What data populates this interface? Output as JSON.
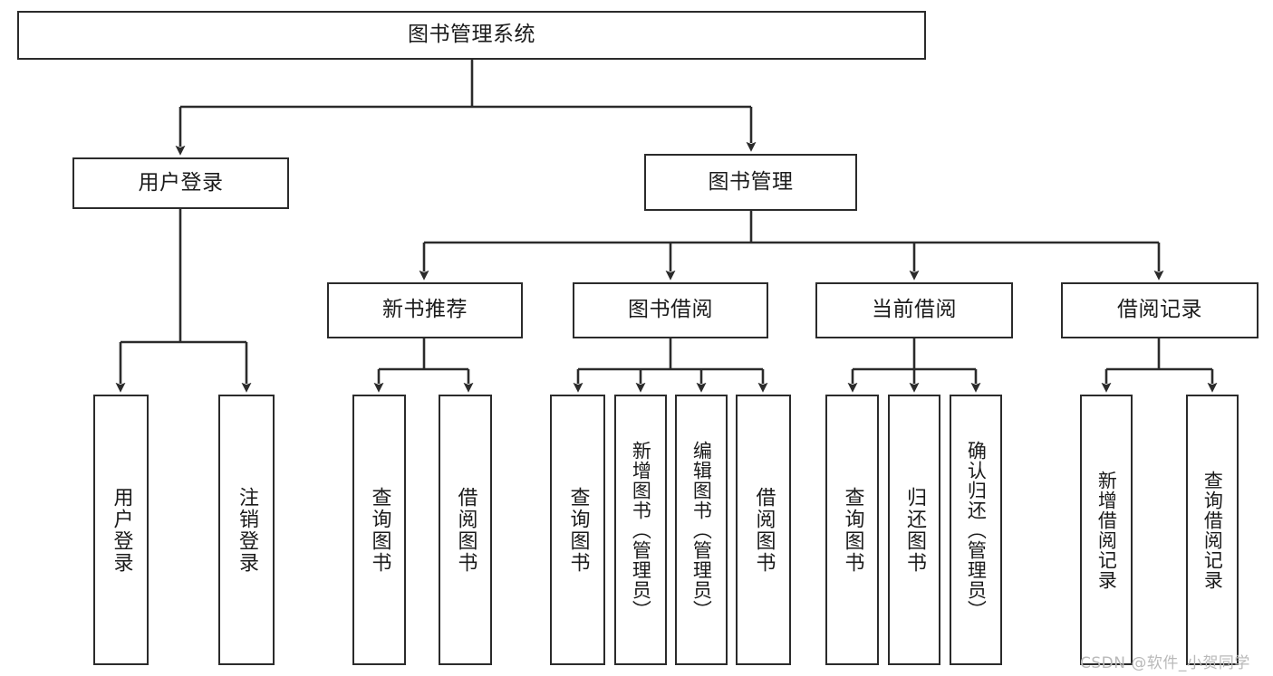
{
  "diagram": {
    "title": "图书管理系统",
    "type": "tree-hierarchy-diagram",
    "watermark": "CSDN @软件_小贺同学",
    "colors": {
      "stroke": "#2b2b2b",
      "fill": "#ffffff",
      "text": "#1b1b1b",
      "watermark": "#b9b9b9"
    }
  },
  "nodes": {
    "root": {
      "label": "图书管理系统"
    },
    "level2": [
      {
        "label": "用户登录"
      },
      {
        "label": "图书管理"
      }
    ],
    "level3": [
      {
        "label": "新书推荐"
      },
      {
        "label": "图书借阅"
      },
      {
        "label": "当前借阅"
      },
      {
        "label": "借阅记录"
      }
    ],
    "leaves": {
      "user_login": [
        {
          "label": "用户登录"
        },
        {
          "label": "注销登录"
        }
      ],
      "new_book": [
        {
          "label": "查询图书"
        },
        {
          "label": "借阅图书"
        }
      ],
      "book_borrow": [
        {
          "label": "查询图书"
        },
        {
          "label": "新增图书（管理员）"
        },
        {
          "label": "编辑图书（管理员）"
        },
        {
          "label": "借阅图书"
        }
      ],
      "current_borrow": [
        {
          "label": "查询图书"
        },
        {
          "label": "归还图书"
        },
        {
          "label": "确认归还（管理员）"
        }
      ],
      "borrow_record": [
        {
          "label": "新增借阅记录"
        },
        {
          "label": "查询借阅记录"
        }
      ]
    }
  }
}
